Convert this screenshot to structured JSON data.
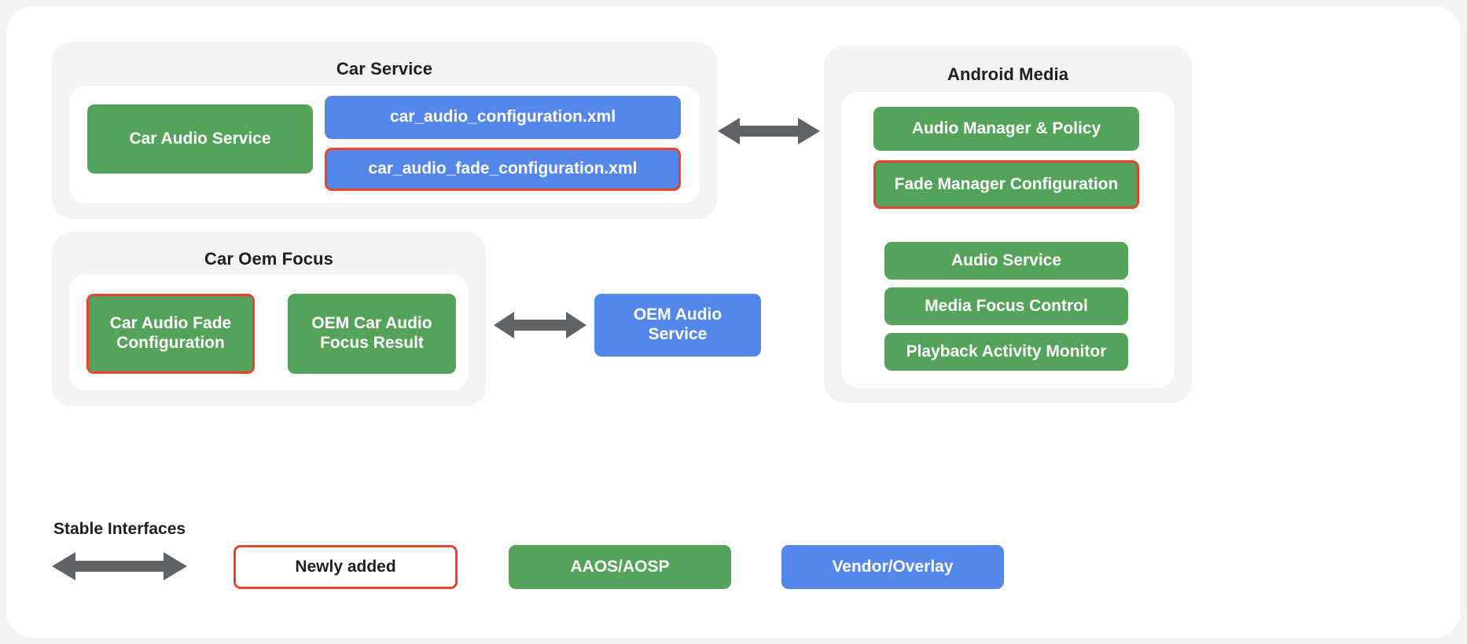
{
  "diagram": {
    "groups": [
      {
        "id": "car-service",
        "title": "Car Service",
        "nodes": [
          {
            "id": "car-audio-service",
            "label": "Car Audio Service",
            "color": "green",
            "highlighted": false
          },
          {
            "id": "car-audio-configuration-xml",
            "label": "car_audio_configuration.xml",
            "color": "blue",
            "highlighted": false
          },
          {
            "id": "car-audio-fade-configuration-xml",
            "label": "car_audio_fade_configuration.xml",
            "color": "blue",
            "highlighted": true
          }
        ]
      },
      {
        "id": "car-oem-focus",
        "title": "Car Oem Focus",
        "nodes": [
          {
            "id": "car-audio-fade-configuration",
            "label": "Car Audio Fade Configuration",
            "color": "green",
            "highlighted": true
          },
          {
            "id": "oem-car-audio-focus-result",
            "label": "OEM Car Audio Focus Result",
            "color": "green",
            "highlighted": false
          }
        ]
      },
      {
        "id": "android-media",
        "title": "Android Media",
        "nodes": [
          {
            "id": "audio-manager-and-policy",
            "label": "Audio Manager & Policy",
            "color": "green",
            "highlighted": false
          },
          {
            "id": "fade-manager-configuration",
            "label": "Fade Manager Configuration",
            "color": "green",
            "highlighted": true
          },
          {
            "id": "audio-service",
            "label": "Audio Service",
            "color": "green",
            "highlighted": false
          },
          {
            "id": "media-focus-control",
            "label": "Media Focus Control",
            "color": "green",
            "highlighted": false
          },
          {
            "id": "playback-activity-monitor",
            "label": "Playback Activity Monitor",
            "color": "green",
            "highlighted": false
          }
        ]
      }
    ],
    "standalone_nodes": [
      {
        "id": "oem-audio-service",
        "label": "OEM Audio\nService",
        "label_line1": "OEM Audio",
        "label_line2": "Service",
        "color": "blue",
        "highlighted": false
      }
    ],
    "connectors": [
      {
        "id": "car-service-to-android-media",
        "type": "double-arrow"
      },
      {
        "id": "car-oem-focus-to-oem-audio-service",
        "type": "double-arrow"
      }
    ]
  },
  "legend": {
    "stable_interfaces_label": "Stable Interfaces",
    "items": [
      {
        "id": "newly-added",
        "label": "Newly added",
        "style": "outline"
      },
      {
        "id": "aaos-aosp",
        "label": "AAOS/AOSP",
        "style": "green"
      },
      {
        "id": "vendor-overlay",
        "label": "Vendor/Overlay",
        "style": "blue"
      }
    ]
  },
  "colors": {
    "page_background": "#f1f3f4",
    "card_background": "#ffffff",
    "group_background": "#f2f3f4",
    "green": "#55a35b",
    "blue": "#5586ea",
    "highlight_red": "#e8442b",
    "arrow_gray": "#5f6368",
    "text_dark": "#1f1f1f"
  }
}
